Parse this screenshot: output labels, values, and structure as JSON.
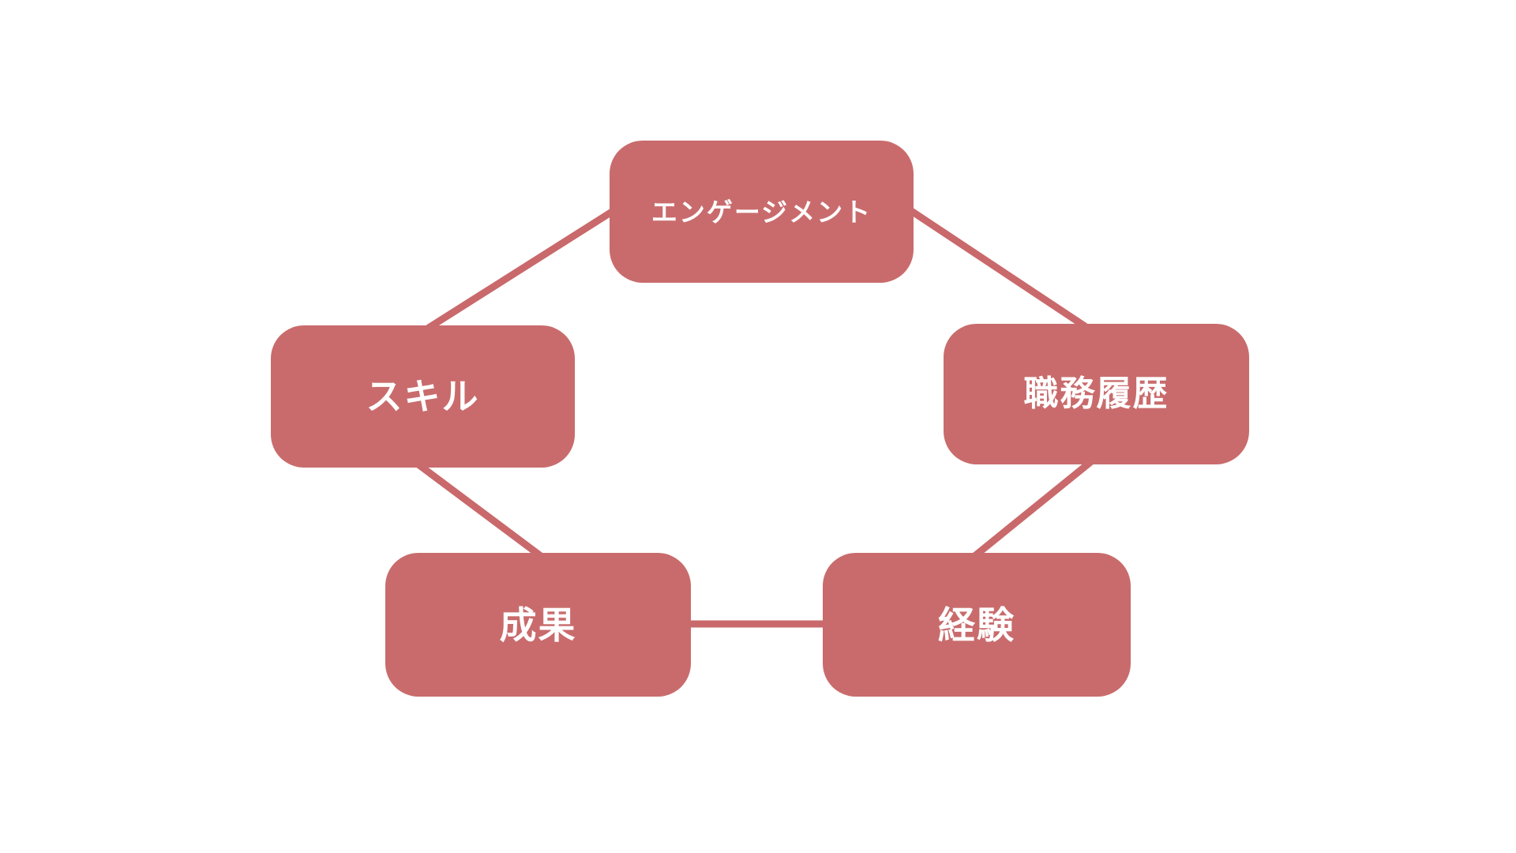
{
  "diagram": {
    "type": "cycle",
    "background_color": "#ffffff",
    "node_fill_color": "#c96b6c",
    "connector_color": "#c9696b",
    "text_color": "#ffffff",
    "nodes": [
      {
        "id": "engagement",
        "label": "エンゲージメント"
      },
      {
        "id": "job-history",
        "label": "職務履歴"
      },
      {
        "id": "experience",
        "label": "経験"
      },
      {
        "id": "results",
        "label": "成果"
      },
      {
        "id": "skill",
        "label": "スキル"
      }
    ],
    "edges": [
      [
        "engagement",
        "job-history"
      ],
      [
        "job-history",
        "experience"
      ],
      [
        "experience",
        "results"
      ],
      [
        "results",
        "skill"
      ],
      [
        "skill",
        "engagement"
      ]
    ]
  }
}
